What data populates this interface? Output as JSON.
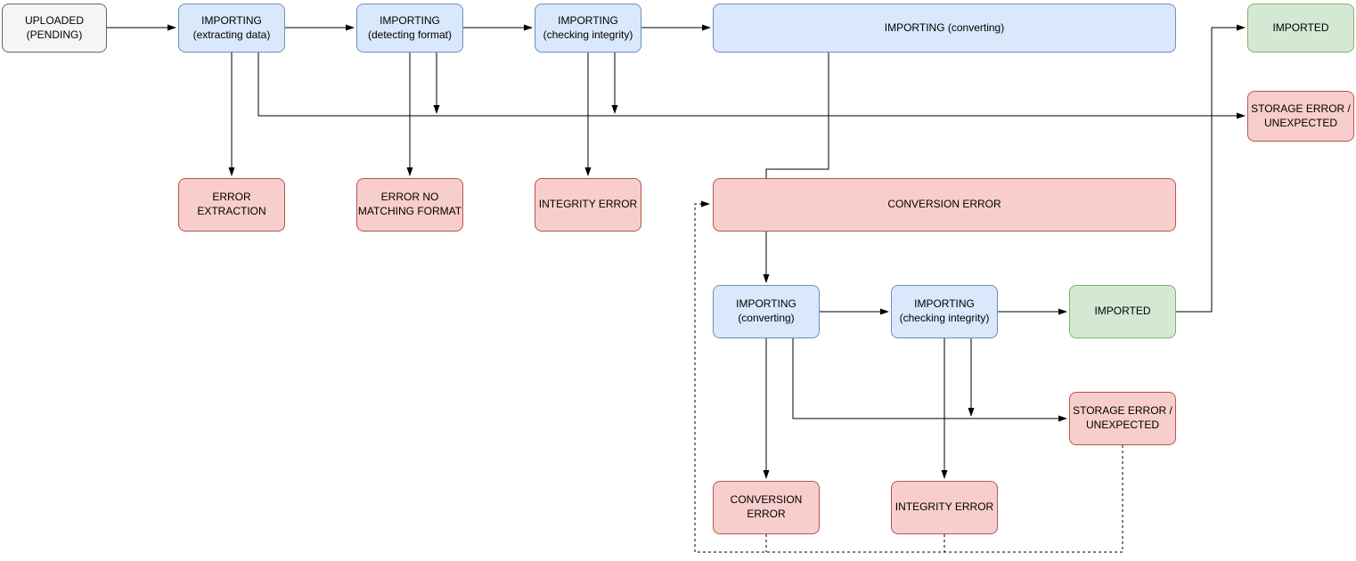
{
  "palette": {
    "neutral_fill": "#f5f5f5",
    "neutral_stroke": "#666666",
    "process_fill": "#dae8fc",
    "process_stroke": "#6c8ebf",
    "success_fill": "#d5e8d4",
    "success_stroke": "#82b366",
    "error_fill": "#f8cecc",
    "error_stroke": "#b85450",
    "edge_color": "#000000"
  },
  "nodes": [
    {
      "id": "uploaded-pending",
      "type": "neutral",
      "label": "UPLOADED\n(PENDING)"
    },
    {
      "id": "importing-extracting",
      "type": "process",
      "label": "IMPORTING\n(extracting data)"
    },
    {
      "id": "importing-detecting",
      "type": "process",
      "label": "IMPORTING\n(detecting format)"
    },
    {
      "id": "importing-checking",
      "type": "process",
      "label": "IMPORTING\n(checking integrity)"
    },
    {
      "id": "importing-converting",
      "type": "process",
      "label": "IMPORTING (converting)"
    },
    {
      "id": "imported-final",
      "type": "success",
      "label": "IMPORTED"
    },
    {
      "id": "storage-error-final",
      "type": "error",
      "label": "STORAGE ERROR /\nUNEXPECTED"
    },
    {
      "id": "error-extraction",
      "type": "error",
      "label": "ERROR\nEXTRACTION"
    },
    {
      "id": "error-no-matching-format",
      "type": "error",
      "label": "ERROR NO\nMATCHING FORMAT"
    },
    {
      "id": "integrity-error",
      "type": "error",
      "label": "INTEGRITY ERROR"
    },
    {
      "id": "conversion-error",
      "type": "error",
      "label": "CONVERSION ERROR"
    },
    {
      "id": "retry-importing-converting",
      "type": "process",
      "label": "IMPORTING\n(converting)"
    },
    {
      "id": "retry-importing-checking",
      "type": "process",
      "label": "IMPORTING\n(checking integrity)"
    },
    {
      "id": "retry-imported",
      "type": "success",
      "label": "IMPORTED"
    },
    {
      "id": "retry-storage-error",
      "type": "error",
      "label": "STORAGE ERROR /\nUNEXPECTED"
    },
    {
      "id": "retry-conversion-error",
      "type": "error",
      "label": "CONVERSION\nERROR"
    },
    {
      "id": "retry-integrity-error",
      "type": "error",
      "label": "INTEGRITY ERROR"
    }
  ],
  "edges": [
    {
      "from": "uploaded-pending",
      "to": "importing-extracting",
      "style": "solid"
    },
    {
      "from": "importing-extracting",
      "to": "importing-detecting",
      "style": "solid"
    },
    {
      "from": "importing-detecting",
      "to": "importing-checking",
      "style": "solid"
    },
    {
      "from": "importing-checking",
      "to": "importing-converting",
      "style": "solid"
    },
    {
      "from": "importing-extracting",
      "to": "error-extraction",
      "style": "solid"
    },
    {
      "from": "importing-detecting",
      "to": "error-no-matching-format",
      "style": "solid"
    },
    {
      "from": "importing-checking",
      "to": "integrity-error",
      "style": "solid"
    },
    {
      "from": "importing-extracting",
      "to": "storage-error-final",
      "style": "solid"
    },
    {
      "from": "importing-detecting",
      "to": "storage-error-final",
      "style": "solid"
    },
    {
      "from": "importing-checking",
      "to": "storage-error-final",
      "style": "solid"
    },
    {
      "from": "importing-converting",
      "to": "conversion-error",
      "style": "solid"
    },
    {
      "from": "conversion-error",
      "to": "retry-importing-converting",
      "style": "solid"
    },
    {
      "from": "retry-importing-converting",
      "to": "retry-importing-checking",
      "style": "solid"
    },
    {
      "from": "retry-importing-checking",
      "to": "retry-imported",
      "style": "solid"
    },
    {
      "from": "retry-imported",
      "to": "imported-final",
      "style": "solid"
    },
    {
      "from": "retry-importing-converting",
      "to": "retry-storage-error",
      "style": "solid"
    },
    {
      "from": "retry-importing-checking",
      "to": "retry-storage-error",
      "style": "solid"
    },
    {
      "from": "retry-importing-converting",
      "to": "retry-conversion-error",
      "style": "solid"
    },
    {
      "from": "retry-importing-checking",
      "to": "retry-integrity-error",
      "style": "solid"
    },
    {
      "from": "retry-conversion-error",
      "to": "conversion-error",
      "style": "dashed"
    },
    {
      "from": "retry-integrity-error",
      "to": "conversion-error",
      "style": "dashed"
    },
    {
      "from": "retry-storage-error",
      "to": "conversion-error",
      "style": "dashed"
    }
  ]
}
